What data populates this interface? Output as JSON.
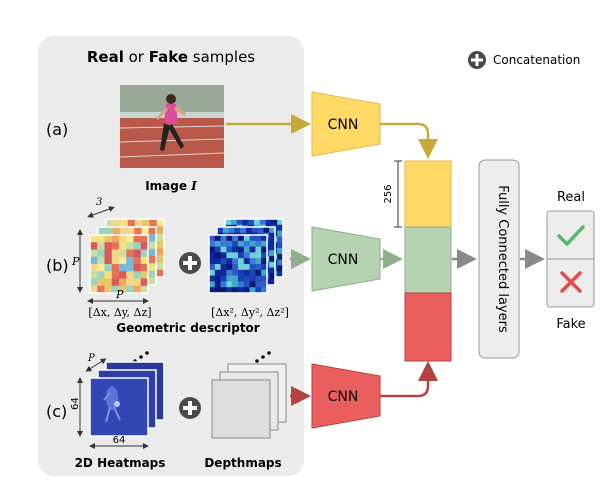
{
  "panel": {
    "title_strong1": "Real",
    "title_mid": " or ",
    "title_strong2": "Fake",
    "title_rest": " samples"
  },
  "legend": {
    "symbol": "+",
    "label": "Concatenation",
    "icon": "plus-circle-icon"
  },
  "rows": {
    "a": {
      "label": "(a)",
      "caption": "Image",
      "caption_var": "I"
    },
    "b": {
      "label": "(b)",
      "dim_depth": "3",
      "dim_side": "P",
      "dim_bottom": "P",
      "left_formula": "[Δx, Δy, Δz]",
      "right_formula": "[Δx², Δy², Δz²]",
      "caption": "Geometric descriptor"
    },
    "c": {
      "label": "(c)",
      "dim_depth": "P",
      "dim_side": "64",
      "dim_bottom": "64",
      "caption_left": "2D Heatmaps",
      "caption_right": "Depthmaps"
    }
  },
  "cnn": {
    "label": "CNN"
  },
  "concat_bar": {
    "size_label": "256"
  },
  "fc": {
    "label": "Fully Connected layers"
  },
  "outputs": {
    "real": "Real",
    "fake": "Fake",
    "real_icon": "check-icon",
    "fake_icon": "cross-icon"
  },
  "colors": {
    "yellow": "#FFD966",
    "green": "#B5D3B0",
    "red": "#EA5F5E",
    "arrow_yellow": "#C9A83B",
    "arrow_green": "#8FAE8A",
    "arrow_red": "#B54141",
    "panel": "#EBEBEB",
    "fc": "#EDEDED",
    "check": "#5BB56A",
    "cross": "#E54B4B"
  }
}
